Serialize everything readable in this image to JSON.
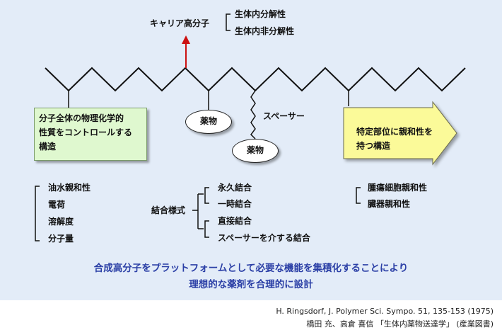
{
  "backbone": {
    "label": "キャリア高分子",
    "types": [
      "生体内分解性",
      "生体内非分解性"
    ]
  },
  "props_box": {
    "lines": [
      "分子全体の物理化学的",
      "性質をコントロールする",
      "構造"
    ]
  },
  "drug_label": "薬物",
  "spacer_label": "スペーサー",
  "target_arrow": {
    "lines": [
      "特定部位に親和性を",
      "持つ構造"
    ]
  },
  "properties_list": [
    "油水親和性",
    "電荷",
    "溶解度",
    "分子量"
  ],
  "binding": {
    "label": "結合様式",
    "items": [
      "永久結合",
      "一時結合",
      "直接結合",
      "スペーサーを介する結合"
    ]
  },
  "affinity_list": [
    "腫瘍細胞親和性",
    "臓器親和性"
  ],
  "summary": [
    "合成高分子をプラットフォームとして必要な機能を集積化することにより",
    "理想的な薬剤を合理的に設計"
  ],
  "references": [
    "H. Ringsdorf, J. Polymer Sci. Sympo. 51, 135-153 (1975)",
    "橋田 充、高倉 喜信 「生体内薬物送達学」 (産業図書)"
  ],
  "colors": {
    "panel": "#e3ecf8",
    "props_box": "#dff8cf",
    "arrow_fill": "#fbfa99",
    "arrow_up": "#cc1111",
    "summary_text": "#2b3fa6"
  }
}
